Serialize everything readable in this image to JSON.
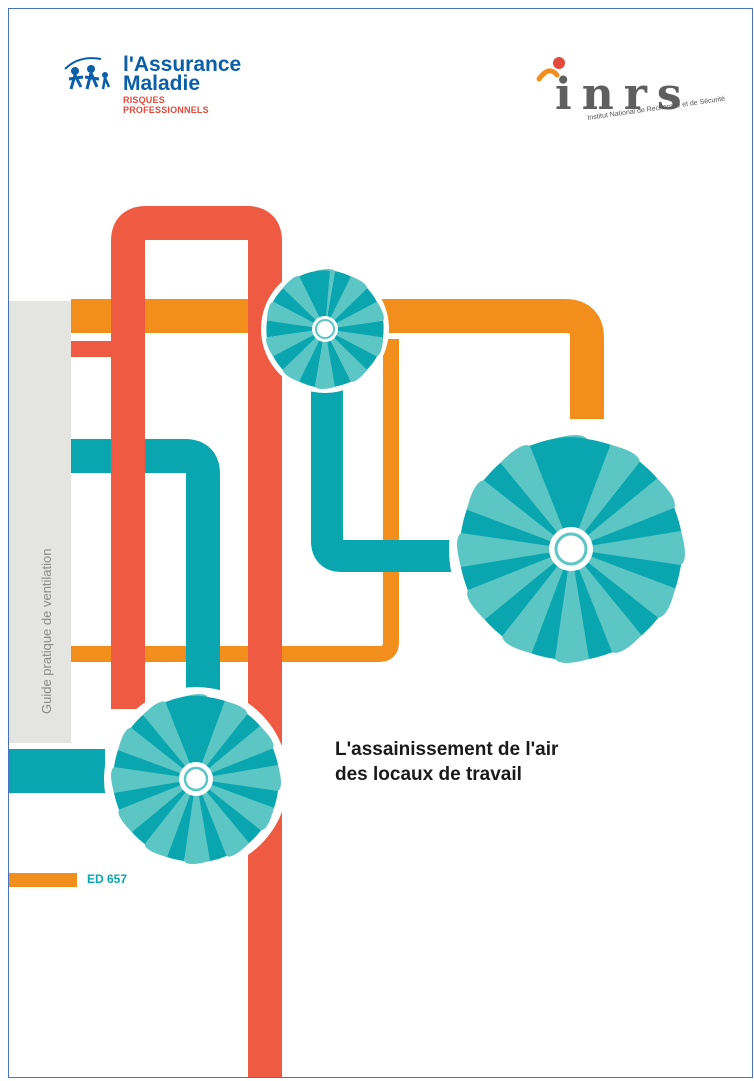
{
  "brand_left": {
    "name_line1": "l'Assurance",
    "name_line2": "Maladie",
    "subtitle": "RISQUES PROFESSIONNELS",
    "emblem_icon": "people-figures-icon"
  },
  "brand_right": {
    "logo_text": "inrs",
    "tagline": "Institut National de Recherche et de Sécurité",
    "logo_icon": "inrs-logo-icon"
  },
  "cover": {
    "side_label": "Guide pratique de ventilation",
    "title_line1": "L'assainissement de l'air",
    "title_line2": "des locaux de travail",
    "code": "ED 657"
  },
  "colors": {
    "red": "#ef5a42",
    "orange": "#f28f1c",
    "teal": "#0aa6b0",
    "teal_light": "#5cc6c4",
    "grey_band": "#e4e4e1",
    "am_blue": "#0a5fa8"
  }
}
